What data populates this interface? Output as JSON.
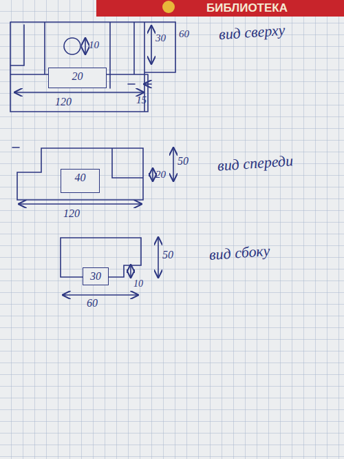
{
  "diagram": {
    "nodes": [
      {
        "text": [
          "20"
        ]
      },
      {
        "text": [
          "40"
        ]
      },
      {
        "text": [
          "30"
        ]
      }
    ],
    "labels": [
      "БИБЛИОТЕКА",
      "10",
      "30",
      "60",
      "вид сверху",
      "15",
      "120",
      "20",
      "50",
      "вид спереди",
      "120",
      "10",
      "50",
      "вид сбоку",
      "60"
    ]
  }
}
